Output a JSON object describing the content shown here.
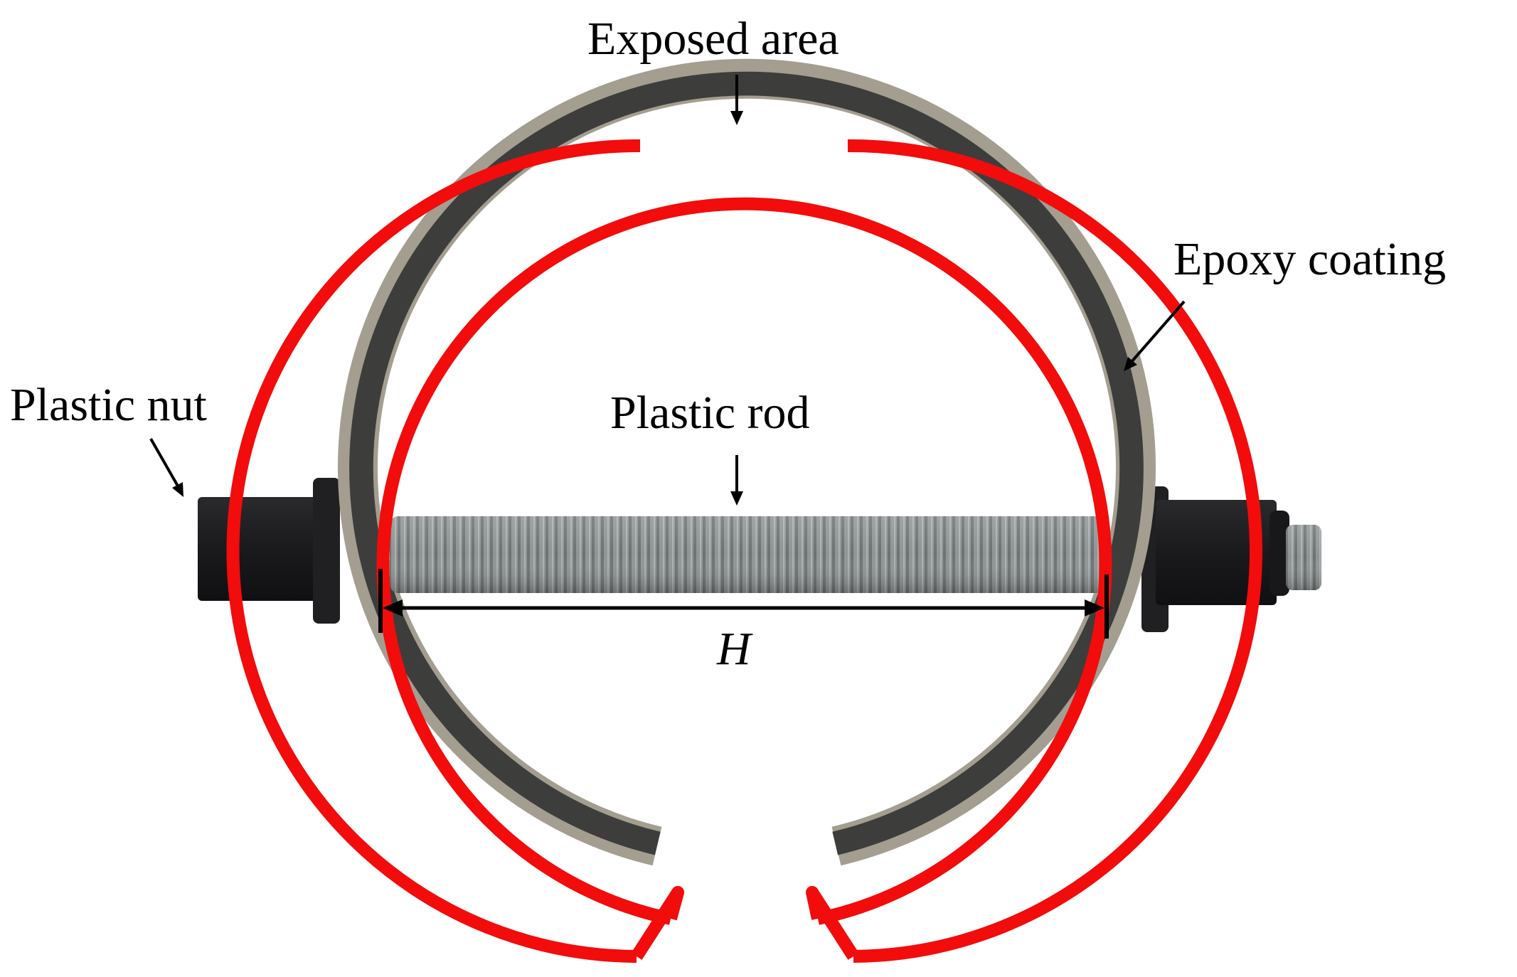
{
  "labels": {
    "exposed_area": "Exposed area",
    "epoxy_coating": "Epoxy coating",
    "plastic_nut": "Plastic nut",
    "plastic_rod": "Plastic rod",
    "dimension": "H"
  },
  "colors": {
    "coating": "#f20c0c",
    "steel_dark": "#3b3b3b",
    "steel_mid": "#4a4a48",
    "steel_edge": "#a9a497",
    "nut": "#1c1c1e",
    "rod": "#8c9191",
    "rod_thread": "#6f7474",
    "text": "#000000",
    "background": "#ffffff"
  },
  "icons": {
    "arrow": "down-arrow-icon"
  }
}
